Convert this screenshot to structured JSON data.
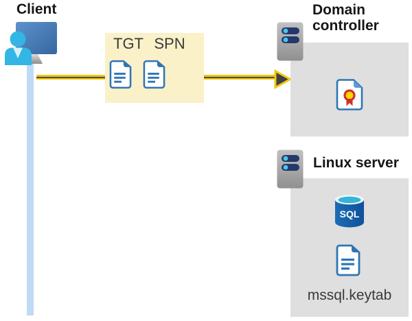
{
  "diagram_title": "Kerberos authentication flow from client to domain controller and Linux server",
  "colors": {
    "token_box_bg": "#faf1c9",
    "panel_bg": "#dfdfdf",
    "arrow_yellow": "#f2c70e",
    "arrow_core": "#4d4d4d",
    "client_line_blue": "#bfdaf4",
    "doc_blue": "#2e75b6",
    "heading_text": "#161616",
    "label_text": "#3a3a3a",
    "server_bar_navy": "#24386b",
    "server_dot_blue": "#4ec3ed",
    "person_cyan": "#33b5e5",
    "sql_body_blue": "#1563ae",
    "cert_seal_yellow": "#ffd400",
    "cert_seal_red": "#ce3226"
  },
  "client": {
    "label": "Client",
    "icon": "client-workstation-icon"
  },
  "arrow": {
    "from": "Client",
    "to": "Domain controller",
    "direction": "right"
  },
  "token_box": {
    "tokens": [
      {
        "label": "TGT",
        "icon": "document-icon"
      },
      {
        "label": "SPN",
        "icon": "document-icon"
      }
    ]
  },
  "domain_controller": {
    "label": "Domain controller",
    "label_lines": [
      "Domain",
      "controller"
    ],
    "icons": [
      "server-icon",
      "certificate-icon"
    ]
  },
  "linux_server": {
    "label": "Linux server",
    "sql_label": "SQL",
    "keytab_label": "mssql.keytab",
    "icons": [
      "server-icon",
      "sql-database-icon",
      "document-icon"
    ]
  }
}
